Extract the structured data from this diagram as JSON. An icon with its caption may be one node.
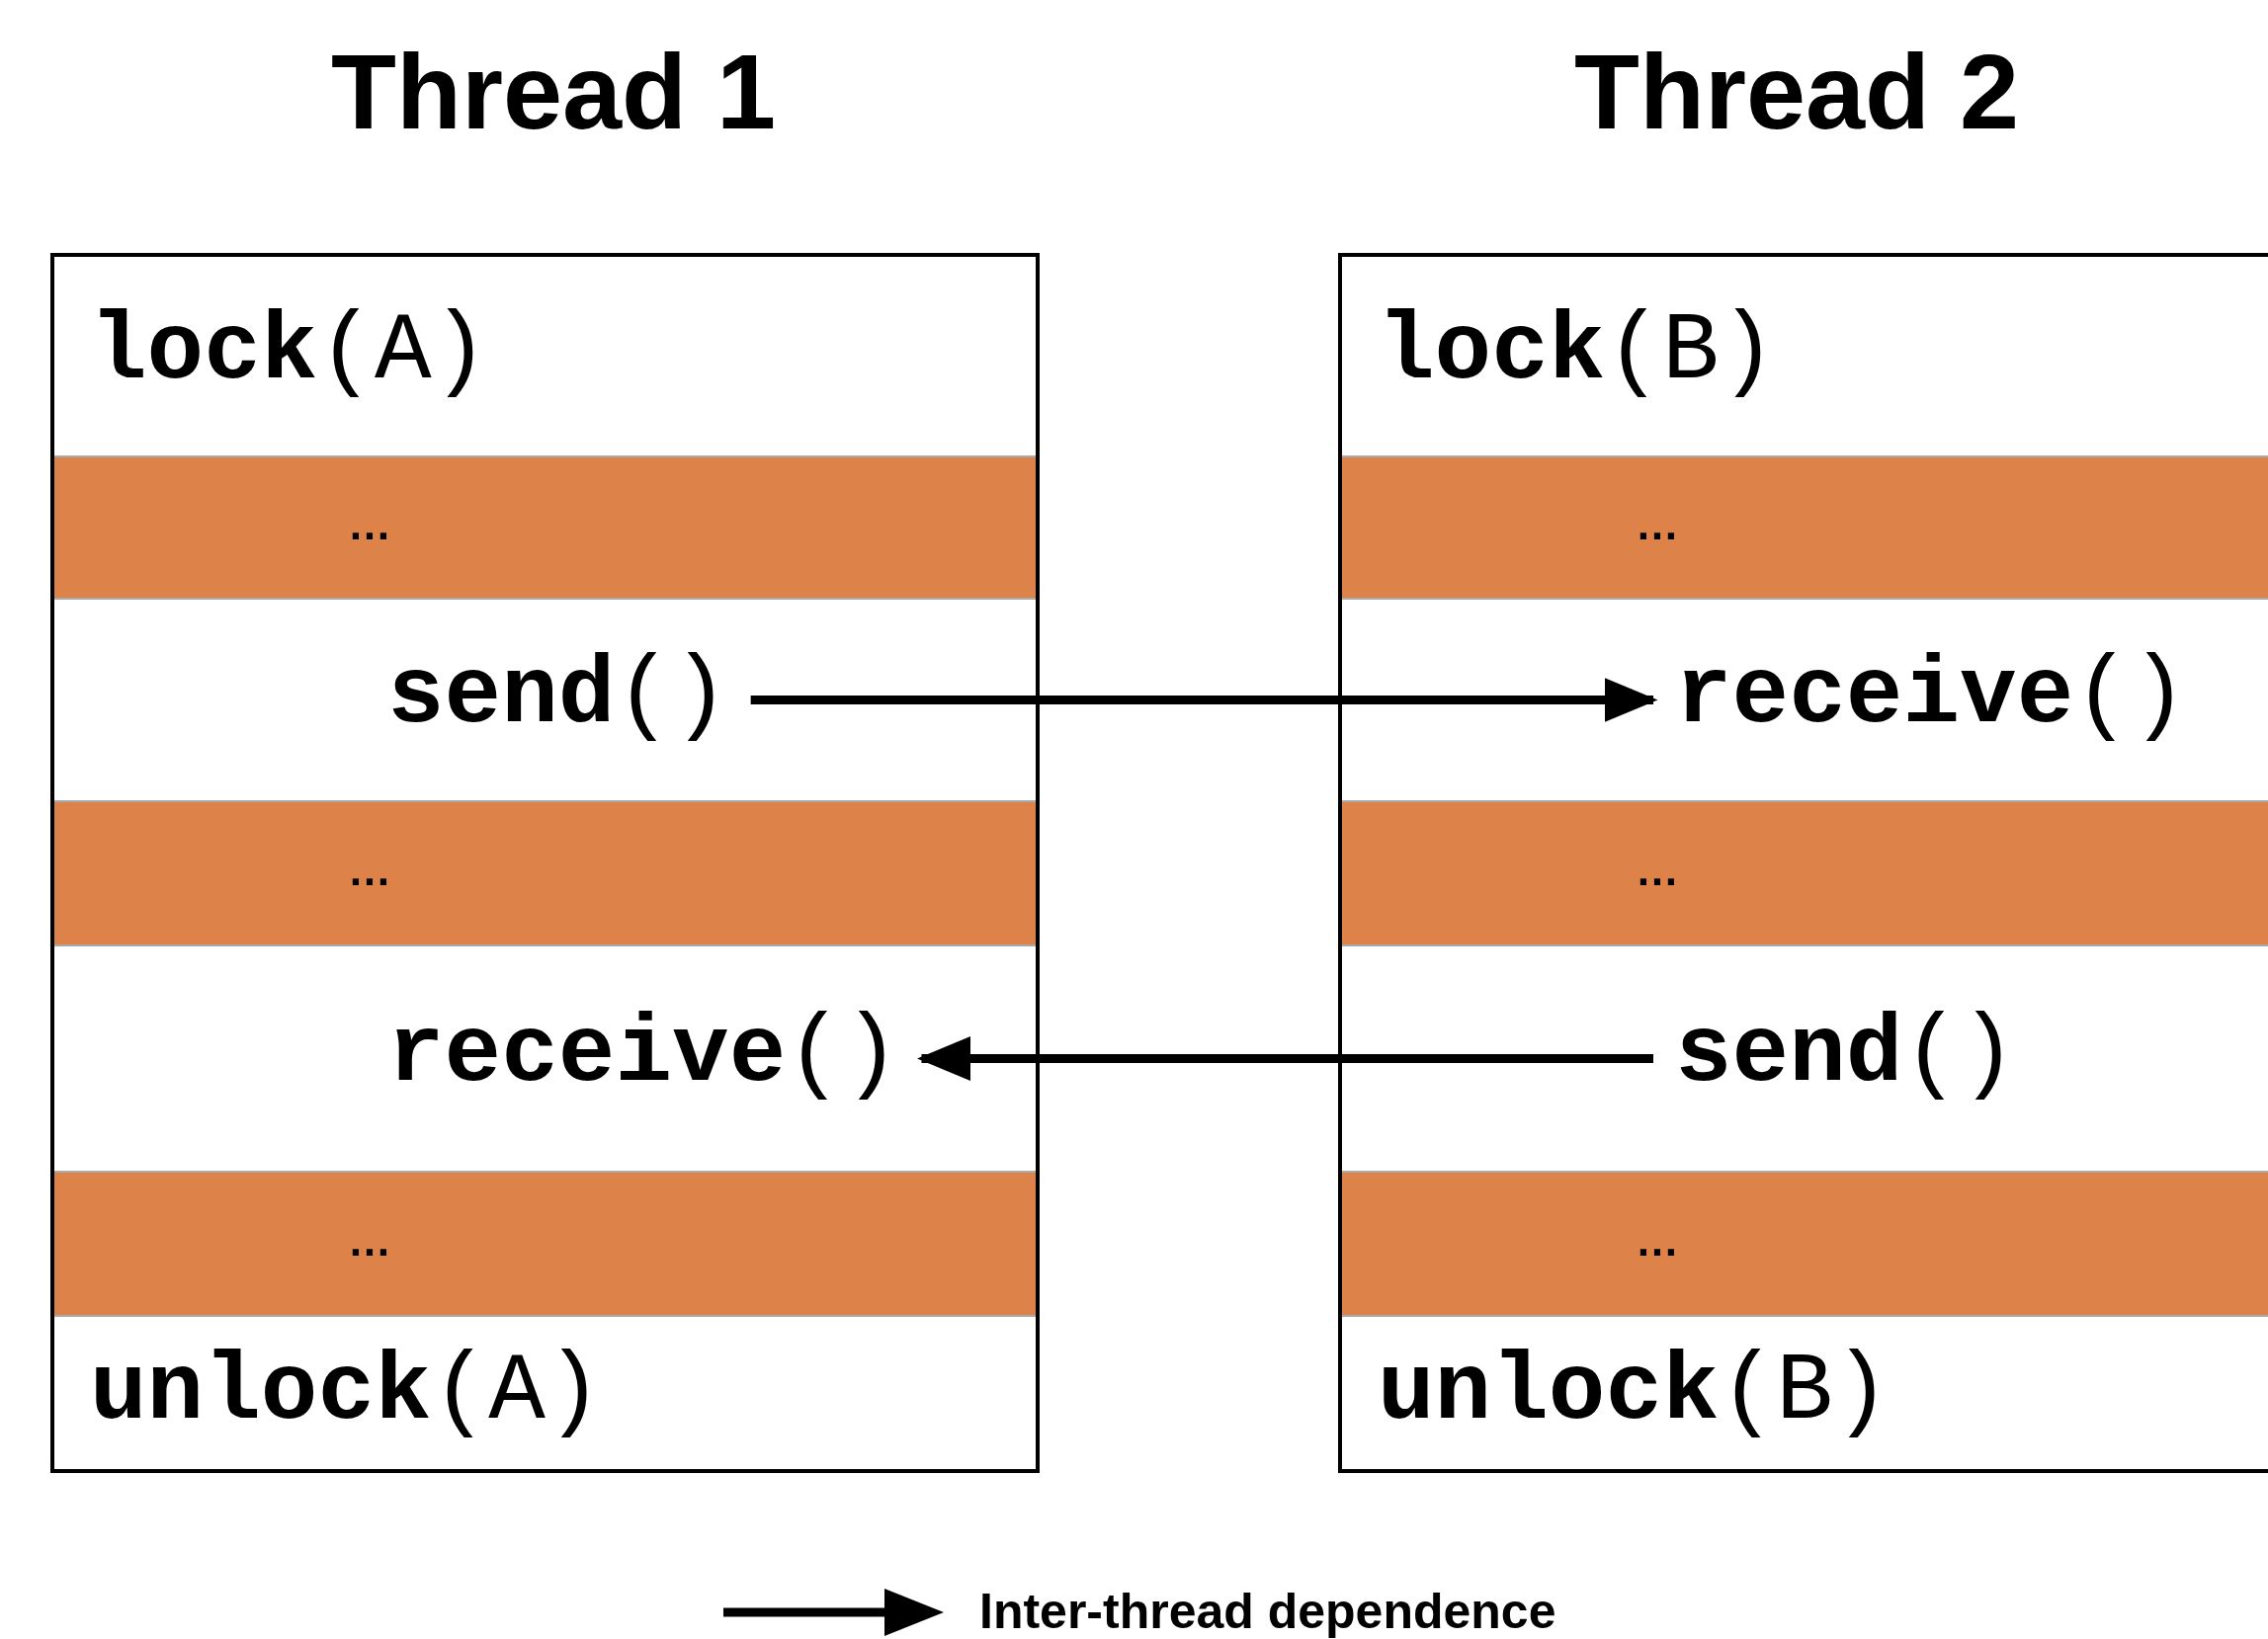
{
  "diagram": {
    "nodes": [
      {
        "text": [
          "Thread 1"
        ]
      },
      {
        "text": [
          "**lock**(A)"
        ],
        "in": 0
      },
      {
        "text": [
          "…"
        ],
        "in": 0
      },
      {
        "text": [
          "**send**()"
        ],
        "in": 0
      },
      {
        "text": [
          "…"
        ],
        "in": 0
      },
      {
        "text": [
          "**receive**()"
        ],
        "in": 0
      },
      {
        "text": [
          "…"
        ],
        "in": 0
      },
      {
        "text": [
          "**unlock**(A)"
        ],
        "in": 0
      },
      {
        "text": [
          "Thread 2"
        ]
      },
      {
        "text": [
          "**lock**(B)"
        ],
        "in": 8
      },
      {
        "text": [
          "…"
        ],
        "in": 8
      },
      {
        "text": [
          "**receive**()"
        ],
        "in": 8
      },
      {
        "text": [
          "…"
        ],
        "in": 8
      },
      {
        "text": [
          "**send**()"
        ],
        "in": 8
      },
      {
        "text": [
          "…"
        ],
        "in": 8
      },
      {
        "text": [
          "**unlock**(B)"
        ],
        "in": 8
      }
    ],
    "edges": [
      {
        "from": 3,
        "to": 11,
        "arrow": "to"
      },
      {
        "from": 13,
        "to": 5,
        "arrow": "to"
      }
    ],
    "legend": [
      {
        "text": "Inter-thread dependence"
      }
    ]
  }
}
